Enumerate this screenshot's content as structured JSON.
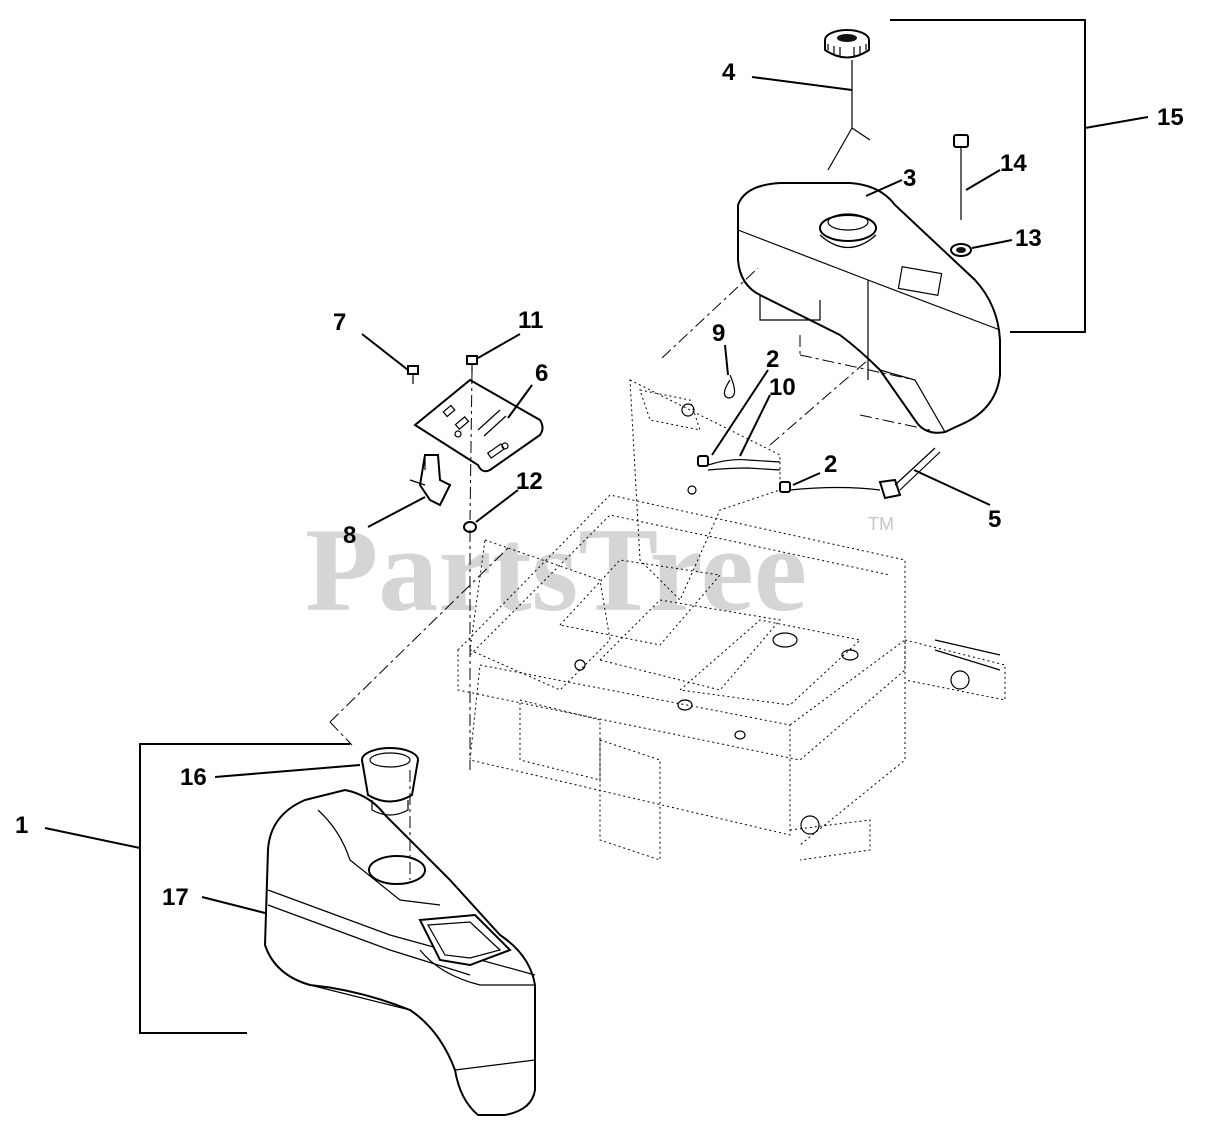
{
  "watermark": {
    "text": "PartsTree",
    "tm": "TM"
  },
  "callouts": [
    "1",
    "2",
    "2",
    "3",
    "4",
    "5",
    "6",
    "7",
    "8",
    "9",
    "10",
    "11",
    "12",
    "13",
    "14",
    "15",
    "16",
    "17"
  ]
}
